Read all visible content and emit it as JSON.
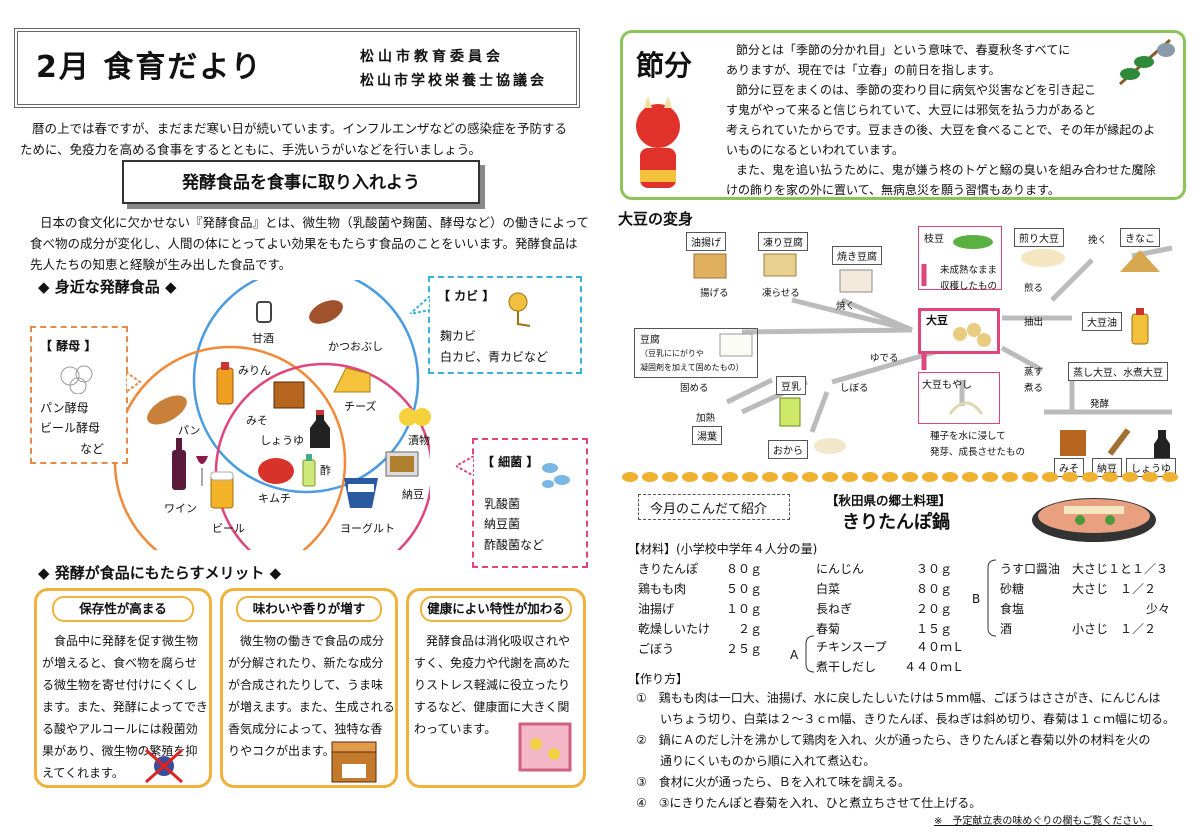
{
  "header": {
    "title": "2月 食育だより",
    "org1": "松山市教育委員会",
    "org2": "松山市学校栄養士協議会"
  },
  "intro": {
    "line1": "暦の上では春ですが、まだまだ寒い日が続いています。インフルエンザなどの感染症を予防する",
    "line2": "ために、免疫力を高める食事をするとともに、手洗いうがいなどを行いましょう。"
  },
  "banner": "発酵食品を食事に取り入れよう",
  "ferment_intro": {
    "line1": "日本の食文化に欠かせない『発酵食品』とは、微生物（乳酸菌や麹菌、酵母など）の働きによって",
    "line2": "食べ物の成分が変化し、人間の体にとってよい効果をもたらす食品のことをいいます。発酵食品は",
    "line3": "先人たちの知恵と経験が生み出した食品です。"
  },
  "familiar_head": "◆ 身近な発酵食品 ◆",
  "yeast": {
    "title": "【 酵母 】",
    "items": [
      "パン酵母",
      "ビール酵母",
      "など"
    ]
  },
  "mold": {
    "title": "【 カビ 】",
    "items": [
      "麹カビ",
      "白カビ、青カビなど"
    ]
  },
  "bacteria": {
    "title": "【 細菌 】",
    "items": [
      "乳酸菌",
      "納豆菌",
      "酢酸菌など"
    ]
  },
  "venn_labels": {
    "amazake": "甘酒",
    "katsuobushi": "かつおぶし",
    "mirin": "みりん",
    "cheese": "チーズ",
    "miso": "みそ",
    "shoyu": "しょうゆ",
    "pan": "パン",
    "tsukemono": "漬物",
    "su": "酢",
    "wine": "ワイン",
    "kimchi": "キムチ",
    "natto": "納豆",
    "beer": "ビール",
    "yogurt": "ヨーグルト"
  },
  "merits_head": "◆ 発酵が食品にもたらすメリット ◆",
  "cards": [
    {
      "title": "保存性が高まる",
      "lines": [
        "食品中に発酵を促す微生物",
        "が増えると、食べ物を腐らせ",
        "る微生物を寄せ付けにくくし",
        "ます。また、発酵によってでき",
        "る酸やアルコールには殺菌効",
        "果があり、微生物の繁殖を抑",
        "えてくれます。"
      ]
    },
    {
      "title": "味わいや香りが増す",
      "lines": [
        "微生物の働きで食品の成分",
        "が分解されたり、新たな成分",
        "が合成されたりして、うま味",
        "が増えます。また、生成される",
        "香気成分によって、独特な香",
        "りやコクが出ます。"
      ]
    },
    {
      "title": "健康によい特性が加わる",
      "lines": [
        "発酵食品は消化吸収されや",
        "すく、免疫力や代謝を高めた",
        "りストレス軽減に役立ったり",
        "するなど、健康面に大きく関",
        "わっています。"
      ]
    }
  ],
  "setsubun": {
    "title": "節分",
    "lines": [
      "節分とは「季節の分かれ目」という意味で、春夏秋冬すべてに",
      "ありますが、現在では「立春」の前日を指します。",
      "節分に豆をまくのは、季節の変わり目に病気や災害などを引き起こ",
      "す鬼がやって来ると信じられていて、大豆には邪気を払う力があると",
      "考えられていたからです。豆まきの後、大豆を食べることで、その年が縁起のよ",
      "いものになるといわれています。",
      "また、鬼を追い払うために、鬼が嫌う柊のトゲと鰯の臭いを組み合わせた魔除",
      "けの飾りを家の外に置いて、無病息災を願う習慣もあります。"
    ]
  },
  "soy": {
    "head": "大豆の変身",
    "aburaage": "油揚げ",
    "koya": "凍り豆腐",
    "yakidofu": "焼き豆腐",
    "ageru": "揚げる",
    "koraseru": "凍らせる",
    "yaku": "焼く",
    "tofu": "豆腐",
    "tofu_note1": "（豆乳ににがりや",
    "tofu_note2": "凝固剤を加えて固めたもの）",
    "katameru": "固める",
    "yuderu": "ゆでる",
    "tonyu": "豆乳",
    "shiboru": "しぼる",
    "kanetsu": "加熱",
    "yuba": "湯葉",
    "okara": "おから",
    "edamame": "枝豆",
    "edamame_note1": "未成熟なまま",
    "edamame_note2": "収穫したもの",
    "iri": "煎り大豆",
    "hiku": "挽く",
    "kinako": "きなこ",
    "iru": "煎る",
    "daizu": "大豆",
    "chushutsu": "抽出",
    "daizuyu": "大豆油",
    "moyashi": "大豆もやし",
    "moyashi_note1": "種子を水に浸して",
    "moyashi_note2": "発芽、成長させたもの",
    "musu": "蒸す",
    "niru": "煮る",
    "mushi": "蒸し大豆、水煮大豆",
    "hakko": "発酵",
    "miso": "みそ",
    "natto": "納豆",
    "shoyu": "しょうゆ"
  },
  "recipe": {
    "menu_label": "今月のこんだて紹介",
    "region": "【秋田県の郷土料理】",
    "name": "きりたんぽ鍋",
    "materials_head": "【材料】(小学校中学年４人分の量)",
    "col1": [
      [
        "きりたんぽ",
        "８０ｇ"
      ],
      [
        "鶏もも肉",
        "５０ｇ"
      ],
      [
        "油揚げ",
        "１０ｇ"
      ],
      [
        "乾燥しいたけ",
        "２ｇ"
      ],
      [
        "ごぼう",
        "２５ｇ"
      ]
    ],
    "col2": [
      [
        "にんじん",
        "３０ｇ"
      ],
      [
        "白菜",
        "８０ｇ"
      ],
      [
        "長ねぎ",
        "２０ｇ"
      ],
      [
        "春菊",
        "１５ｇ"
      ]
    ],
    "a_label": "A",
    "a_items": [
      [
        "チキンスープ",
        "４０ｍＬ"
      ],
      [
        "煮干しだし",
        "４４０ｍＬ"
      ]
    ],
    "b_label": "B",
    "b_items": [
      [
        "うす口醤油",
        "大さじ１と１／３"
      ],
      [
        "砂糖",
        "大さじ　１／２"
      ],
      [
        "食塩",
        "少々"
      ],
      [
        "酒",
        "小さじ　１／２"
      ]
    ],
    "steps_head": "【作り方】",
    "steps": [
      "①　鶏もも肉は一口大、油揚げ、水に戻したしいたけは５mm幅、ごぼうはささがき、にんじんは",
      "　　いちょう切り、白菜は２～３ｃｍ幅、きりたんぽ、長ねぎは斜め切り、春菊は１ｃｍ幅に切る。",
      "②　鍋にＡのだし汁を沸かして鶏肉を入れ、火が通ったら、きりたんぽと春菊以外の材料を火の",
      "　　通りにくいものから順に入れて煮込む。",
      "③　食材に火が通ったら、Ｂを入れて味を調える。",
      "④　③にきりたんぽと春菊を入れ、ひと煮立ちさせて仕上げる。"
    ],
    "note": "※　予定献立表の味めぐりの欄もご覧ください。"
  }
}
